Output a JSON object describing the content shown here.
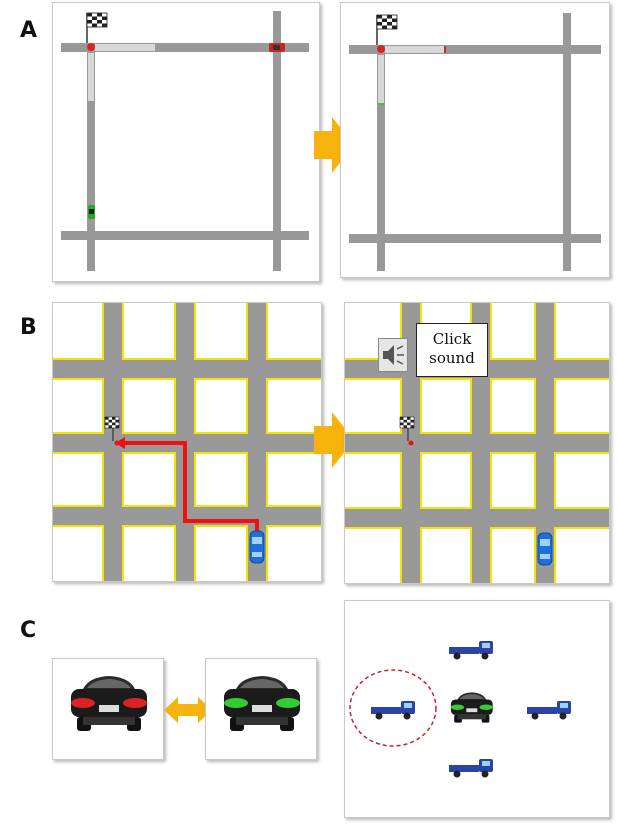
{
  "panels": {
    "a": {
      "label": "A"
    },
    "b": {
      "label": "B",
      "sound_line1": "Click",
      "sound_line2": "sound"
    },
    "c": {
      "label": "C"
    }
  },
  "colors": {
    "road": "#999999",
    "road_edge": "#f2e600",
    "route": "#ee1111",
    "arrow": "#f7b20c",
    "car_blue": "#1f6fd6",
    "truck_blue": "#2a43a6",
    "indicator_green": "#33cc33",
    "indicator_red": "#dd2222",
    "focus_ring": "#cc2222"
  },
  "icons": [
    "checkered-flag-icon",
    "speaker-icon",
    "car-icon",
    "truck-icon"
  ]
}
